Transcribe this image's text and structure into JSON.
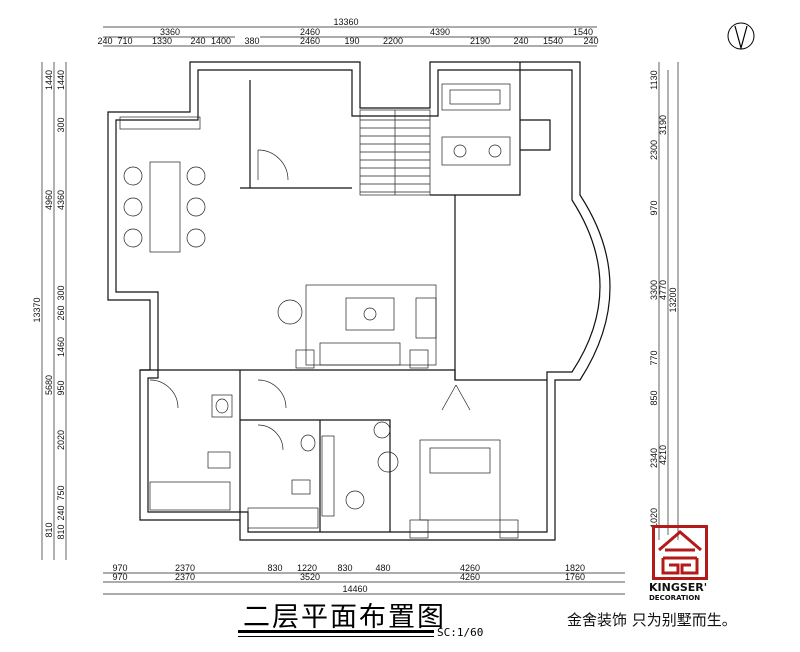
{
  "title": "二层平面布置图",
  "scale": "SC:1/60",
  "brand": {
    "name": "KINGSER'",
    "sub": "DECORATION",
    "slogan": "金舍装饰 只为别墅而生。",
    "color": "#b31b1b"
  },
  "dimensions": {
    "top_total": "13360",
    "top_row1": [
      "3360",
      "2460",
      "4390",
      "1540"
    ],
    "top_row2": [
      "240",
      "710",
      "1330",
      "240",
      "1400",
      "380",
      "2460",
      "190",
      "2200",
      "2190",
      "240",
      "1540",
      "240"
    ],
    "left_total": "13370",
    "left_outer": [
      "1440",
      "4960",
      "5680",
      "810"
    ],
    "left_inner": [
      "1440",
      "300",
      "4360",
      "300",
      "260",
      "1460",
      "950",
      "2020",
      "750",
      "240",
      "810"
    ],
    "right_inner": [
      "1130",
      "2300",
      "970",
      "3300",
      "770",
      "850",
      "2340",
      "1020"
    ],
    "right_middle": [
      "3190",
      "4770",
      "4210"
    ],
    "right_total": "13200",
    "bottom_row1": [
      "970",
      "2370",
      "830",
      "1220",
      "830",
      "480",
      "4260",
      "1820"
    ],
    "bottom_row2": [
      "970",
      "2370",
      "3520",
      "4260",
      "1760"
    ],
    "bottom_total": "14460"
  }
}
